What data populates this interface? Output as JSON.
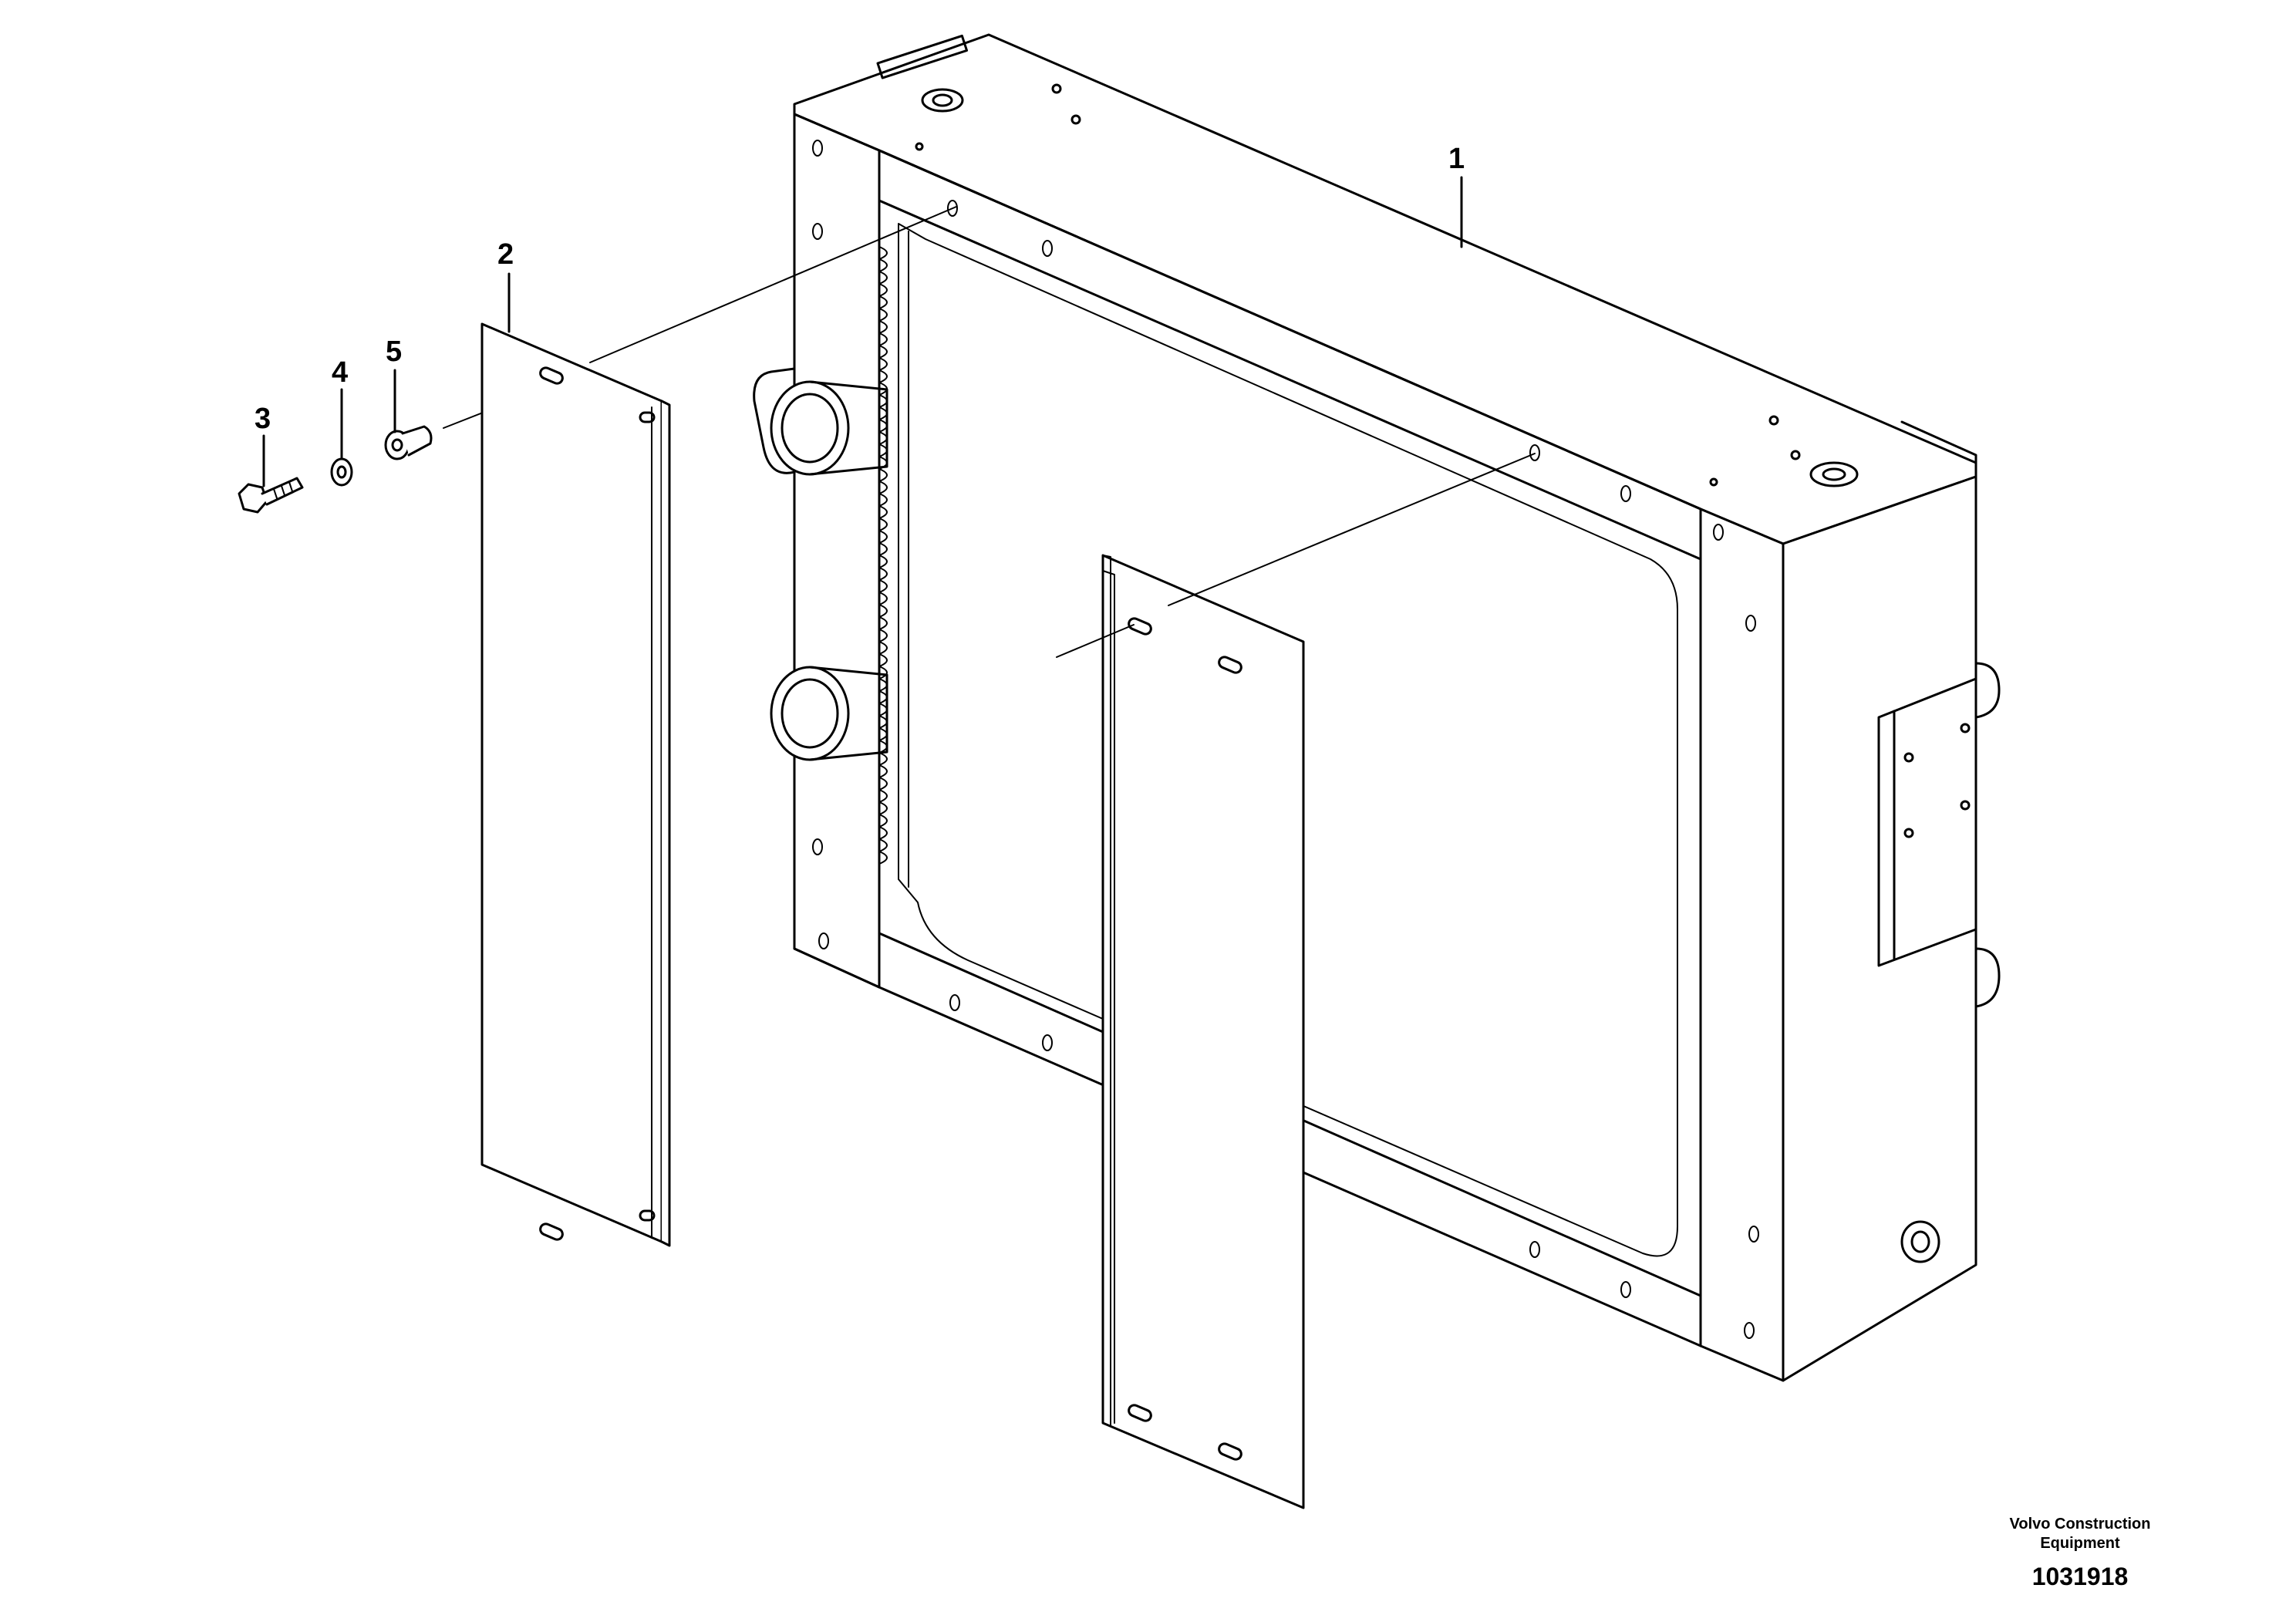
{
  "diagram": {
    "callouts": [
      {
        "id": "1",
        "label": "1"
      },
      {
        "id": "2",
        "label": "2"
      },
      {
        "id": "3",
        "label": "3"
      },
      {
        "id": "4",
        "label": "4"
      },
      {
        "id": "5",
        "label": "5"
      }
    ]
  },
  "footer": {
    "company_line1": "Volvo Construction",
    "company_line2": "Equipment",
    "drawing_number": "1031918"
  }
}
